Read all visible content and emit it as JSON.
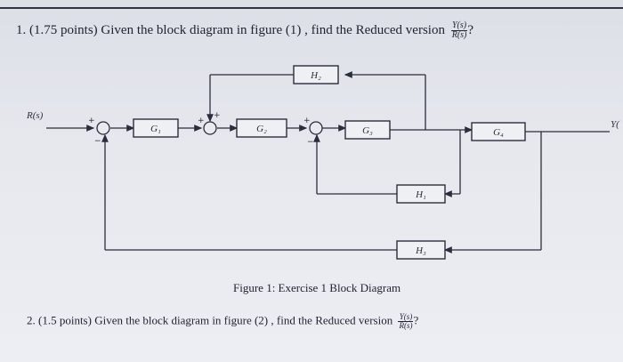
{
  "question1": {
    "text": "1. (1.75 points) Given the block diagram in figure (1) , find the Reduced version",
    "frac_num": "Y(s)",
    "frac_den": "R(s)",
    "suffix": "?"
  },
  "diagram": {
    "input_label": "R(s)",
    "output_label": "Y(",
    "blocks": {
      "g1": "G₁",
      "g2": "G₂",
      "g3": "G₃",
      "g4": "G₄",
      "h1": "H₁",
      "h2": "H₂",
      "h3": "H₃"
    },
    "signs": {
      "plus": "+",
      "minus": "−"
    }
  },
  "caption": "Figure 1: Exercise 1 Block Diagram",
  "question2": {
    "text": "2. (1.5 points) Given the block diagram in figure (2) , find the Reduced version",
    "frac_num": "Y(s)",
    "frac_den": "R(s)",
    "suffix": "?"
  }
}
